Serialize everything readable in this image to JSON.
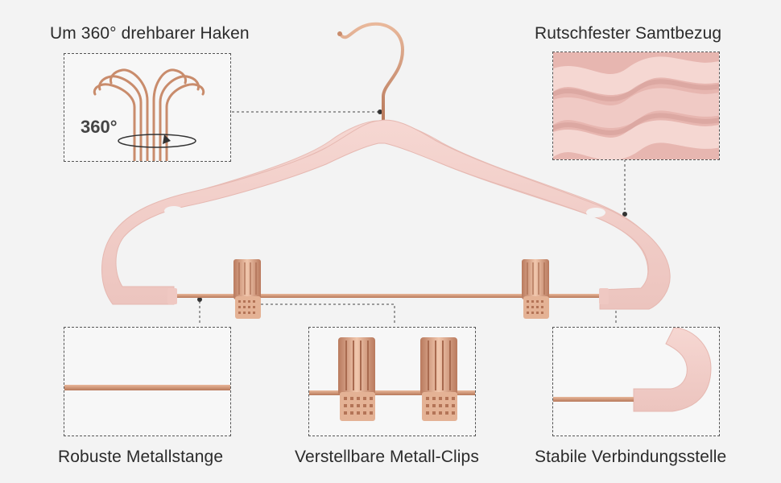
{
  "colors": {
    "background": "#f3f3f3",
    "velvet_pink": "#f2cfca",
    "velvet_shade": "#e4b7b1",
    "rose_gold": "#c98c6c",
    "rose_gold_light": "#f0c6ad",
    "panel_border": "#555555"
  },
  "labels": {
    "hook": "Um 360° drehbarer Haken",
    "velvet": "Rutschfester Samtbezug",
    "bar": "Robuste Metallstange",
    "clips": "Verstellbare Metall-Clips",
    "joint": "Stabile Verbindungsstelle"
  },
  "hook_panel": {
    "rotation_text": "360°"
  },
  "icons": [
    "rotation-arrow-icon"
  ]
}
